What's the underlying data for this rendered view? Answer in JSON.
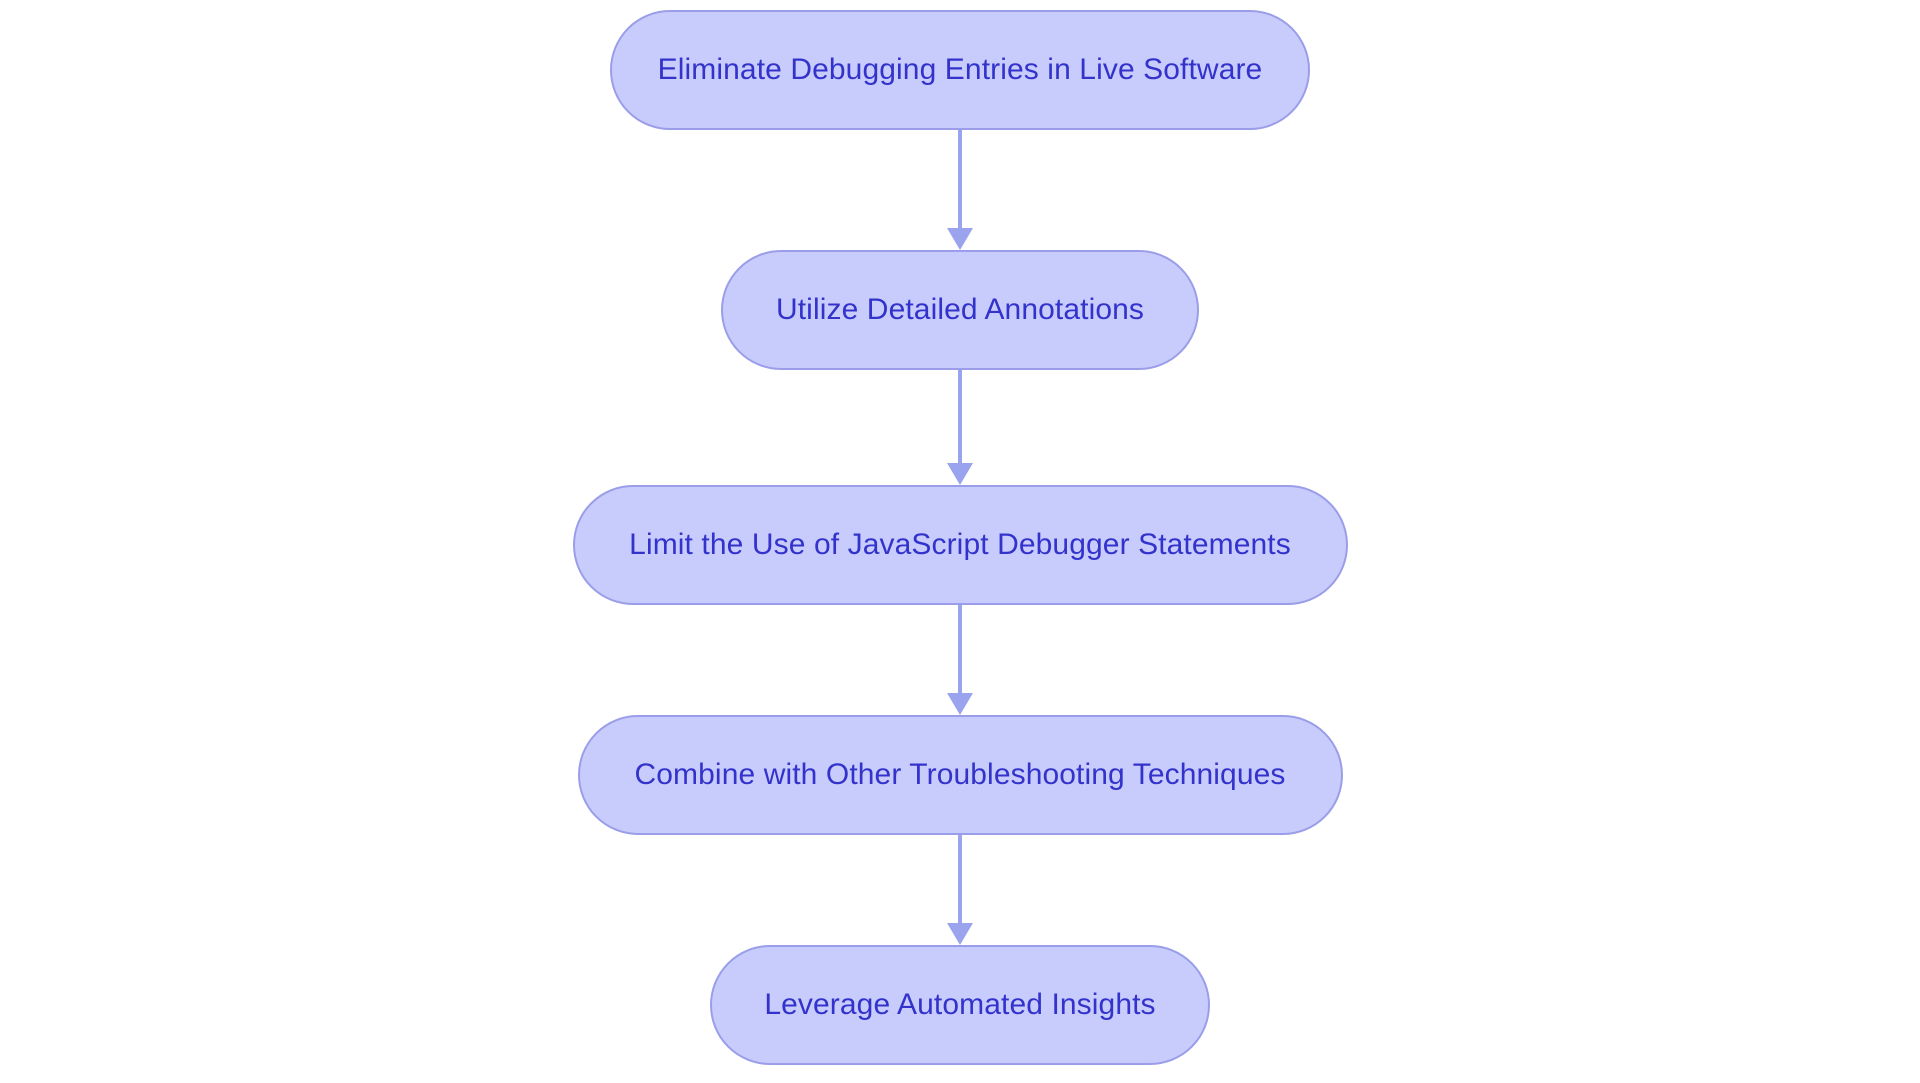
{
  "chart_data": {
    "type": "diagram",
    "diagram_type": "flowchart",
    "orientation": "vertical-top-to-bottom",
    "title": "",
    "background_color": "#ffffff",
    "node_style": {
      "shape": "rounded-pill",
      "fill": "#c8ccfc",
      "border": "#9a9ee8",
      "text_color": "#3333cc"
    },
    "edge_style": {
      "color": "#9aa3ee",
      "arrowhead": "triangle"
    },
    "nodes": [
      {
        "id": "node-1",
        "label": "Eliminate Debugging Entries in Live Software"
      },
      {
        "id": "node-2",
        "label": "Utilize Detailed Annotations"
      },
      {
        "id": "node-3",
        "label": "Limit the Use of JavaScript Debugger Statements"
      },
      {
        "id": "node-4",
        "label": "Combine with Other Troubleshooting Techniques"
      },
      {
        "id": "node-5",
        "label": "Leverage Automated Insights"
      }
    ],
    "edges": [
      {
        "from": "node-1",
        "to": "node-2",
        "label": ""
      },
      {
        "from": "node-2",
        "to": "node-3",
        "label": ""
      },
      {
        "from": "node-3",
        "to": "node-4",
        "label": ""
      },
      {
        "from": "node-4",
        "to": "node-5",
        "label": ""
      }
    ]
  }
}
